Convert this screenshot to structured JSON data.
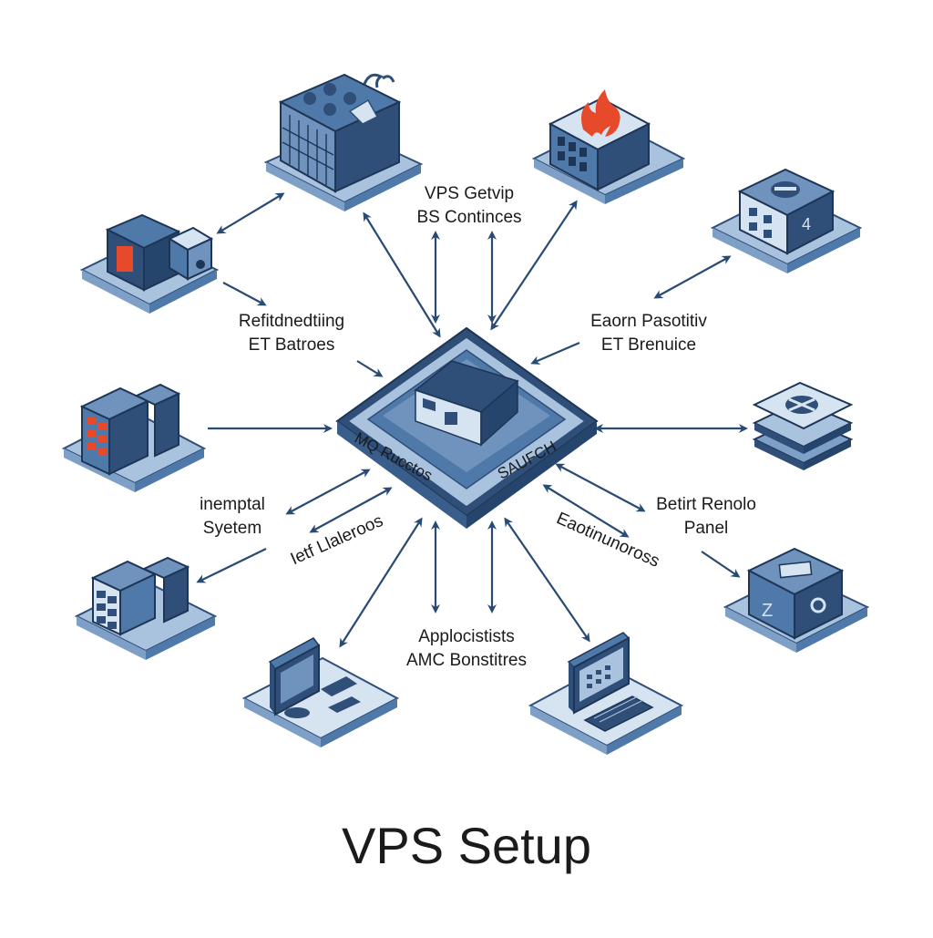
{
  "title": "VPS Setup",
  "center": {
    "label_left": "MQ Rucctos",
    "label_right": "SAUFCH"
  },
  "labels": {
    "top_center": [
      "VPS Getvip",
      "BS Continces"
    ],
    "upper_left": [
      "Refitdnedtiing",
      "ET Batroes"
    ],
    "upper_right": [
      "Eaorn Pasotitiv",
      "ET Brenuice"
    ],
    "mid_left": [
      "inemptal",
      "Syetem"
    ],
    "mid_left_diag": "Ietf Llaleroos",
    "mid_right_diag": "Eaotinunoross",
    "mid_right": [
      "Betirt Renolo",
      "Panel"
    ],
    "bottom_center": [
      "Applocistists",
      "AMC Bonstitres"
    ]
  },
  "colors": {
    "blue_dark": "#2f4e78",
    "blue_mid": "#4f79a8",
    "blue_light": "#a9c2de",
    "blue_pale": "#d6e3f1",
    "orange": "#e64a2a",
    "arrow": "#284a73"
  },
  "icons": [
    "server-rack-icon",
    "firewall-server-icon",
    "security-box-icon",
    "backup-storage-icon",
    "database-stack-icon",
    "control-panel-icon",
    "app-server-icon",
    "monitor-icon",
    "workstation-icon",
    "dashboard-icon",
    "file-server-icon",
    "vps-core-icon"
  ]
}
